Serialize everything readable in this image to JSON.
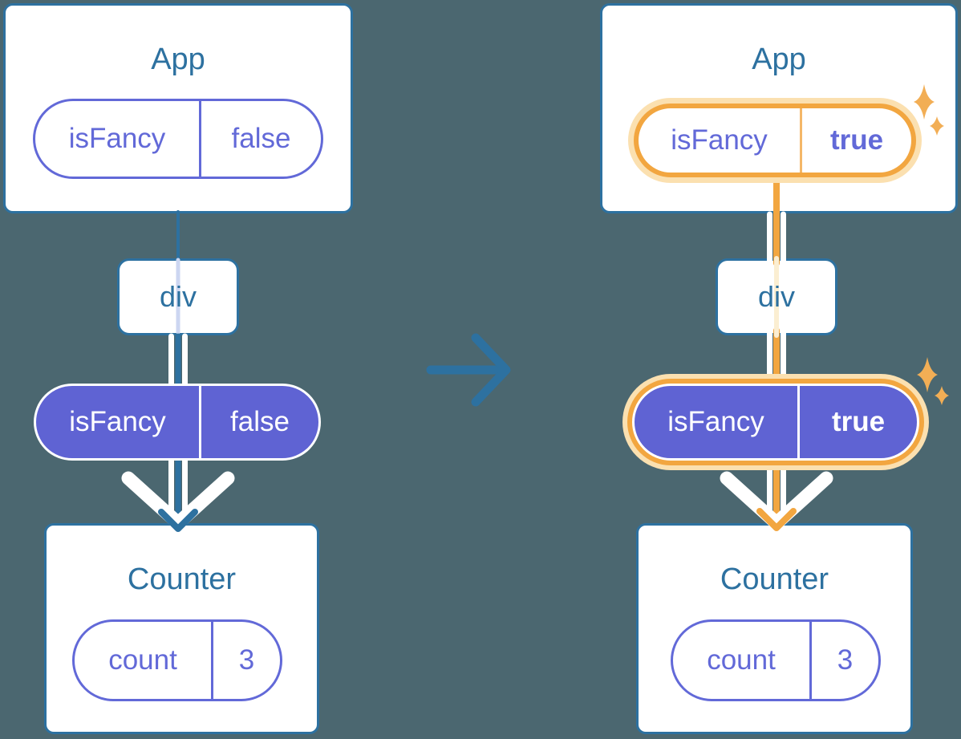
{
  "colors": {
    "background": "#4b6770",
    "teal": "#2d71a0",
    "purple": "#6269d8",
    "purple_fill": "#5f63d3",
    "lavender_line": "#ccd6f1",
    "cream_line": "#fbeed2",
    "orange": "#f2a640",
    "orange_halo": "#fbe0b0",
    "orange_divider": "#f4b768",
    "sparkle": "#f2ae55",
    "white": "#ffffff"
  },
  "before": {
    "root_title": "App",
    "prop_pill": {
      "key": "isFancy",
      "value": "false"
    },
    "middle_title": "div",
    "state_pill": {
      "key": "isFancy",
      "value": "false"
    },
    "leaf_title": "Counter",
    "count_pill": {
      "key": "count",
      "value": "3"
    }
  },
  "after": {
    "root_title": "App",
    "prop_pill": {
      "key": "isFancy",
      "value": "true"
    },
    "middle_title": "div",
    "state_pill": {
      "key": "isFancy",
      "value": "true"
    },
    "leaf_title": "Counter",
    "count_pill": {
      "key": "count",
      "value": "3"
    }
  },
  "icons": {
    "transition": "arrow-right-icon",
    "highlight": "sparkles-icon"
  }
}
